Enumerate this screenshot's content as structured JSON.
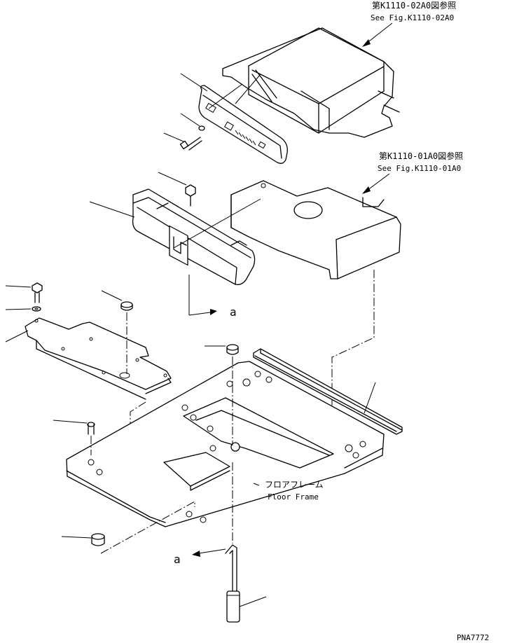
{
  "references": {
    "cab_ref_jp": "第K1110-02A0図参照",
    "cab_ref_en": "See Fig.K1110-02A0",
    "floor_ref_jp": "第K1110-01A0図参照",
    "floor_ref_en": "See Fig.K1110-01A0"
  },
  "callouts": {
    "a_upper": "a",
    "a_lower": "a"
  },
  "floor_frame": {
    "label_jp": "フロアフレーム",
    "label_en": "Floor Frame"
  },
  "drawing_number": "PNA7772"
}
